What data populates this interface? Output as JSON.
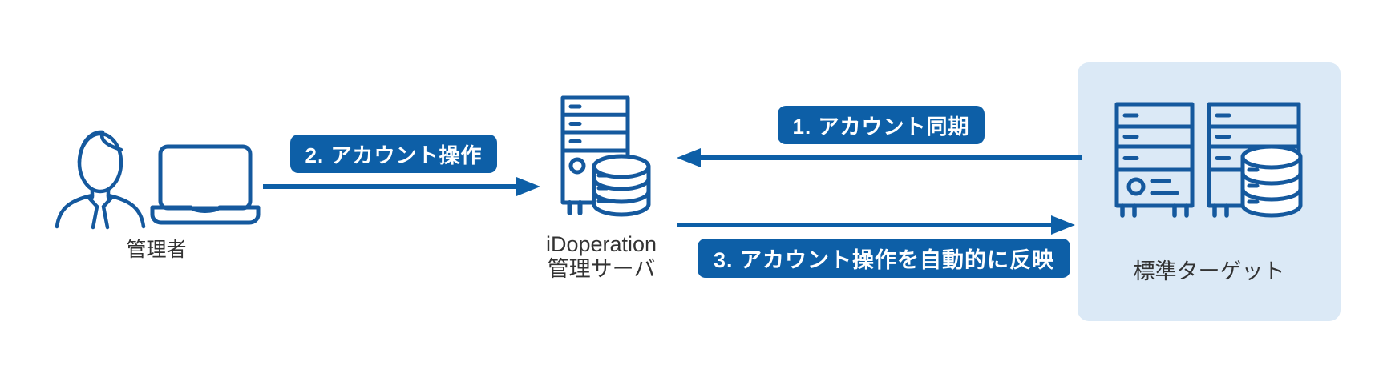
{
  "page": {
    "background": "#ffffff"
  },
  "colors": {
    "accent_blue": "#0d5fa7",
    "icon_blue": "#15599e",
    "panel_light_blue": "#dbe9f6",
    "label_text": "#333333",
    "badge_text": "#ffffff"
  },
  "nodes": {
    "admin": {
      "label": "管理者",
      "icons": [
        "admin-user-icon",
        "laptop-icon"
      ]
    },
    "management_server": {
      "label_line1": "iDoperation",
      "label_line2": "管理サーバ",
      "icons": [
        "server-tower-icon",
        "database-icon"
      ]
    },
    "target": {
      "label": "標準ターゲット",
      "icons": [
        "server-tower-icon",
        "server-tower-icon",
        "database-icon"
      ],
      "panel_color": "#dbe9f6"
    }
  },
  "flows": {
    "sync": {
      "badge": "1. アカウント同期",
      "direction": "right-to-left"
    },
    "operate": {
      "badge": "2. アカウント操作",
      "direction": "left-to-right"
    },
    "reflect": {
      "badge": "3. アカウント操作を自動的に反映",
      "direction": "left-to-right"
    }
  }
}
